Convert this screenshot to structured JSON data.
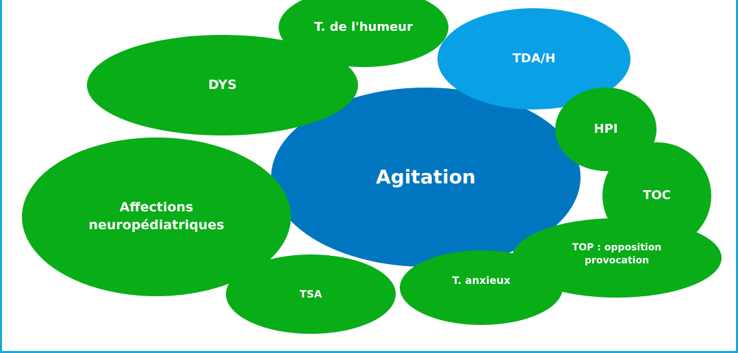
{
  "diagram": {
    "center": {
      "label": "Agitation",
      "color": "#0076c0"
    },
    "nodes": [
      {
        "key": "humeur",
        "label": "T. de l'humeur",
        "color": "#08ad17"
      },
      {
        "key": "tdah",
        "label": "TDA/H",
        "color": "#0aa0e6"
      },
      {
        "key": "dys",
        "label": "DYS",
        "color": "#08ad17"
      },
      {
        "key": "hpi",
        "label": "HPI",
        "color": "#08ad17"
      },
      {
        "key": "toc",
        "label": "TOC",
        "color": "#08ad17"
      },
      {
        "key": "affections",
        "label": "Affections neuropédiatriques",
        "color": "#08ad17"
      },
      {
        "key": "tsa",
        "label": "TSA",
        "color": "#08ad17"
      },
      {
        "key": "anxieux",
        "label": "T. anxieux",
        "color": "#08ad17"
      },
      {
        "key": "top",
        "label": "TOP : opposition provocation",
        "color": "#08ad17"
      }
    ]
  },
  "frame_color": "#1aa7d6"
}
